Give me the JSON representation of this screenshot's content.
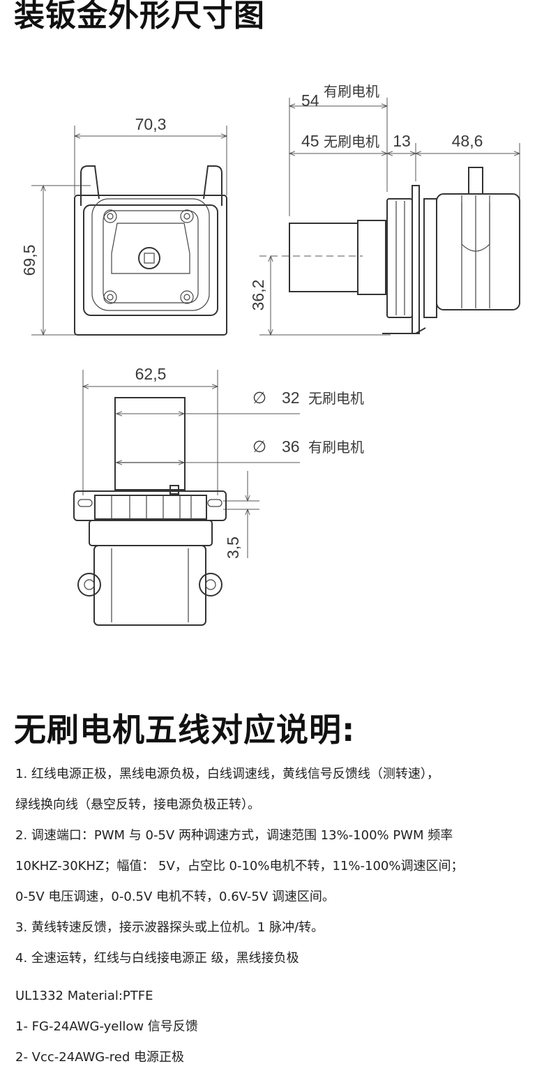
{
  "titles": {
    "dimensions": "装钣金外形尺寸图",
    "brushless_wiring": "无刷电机五线对应说明:"
  },
  "drawing": {
    "front_width": "70,3",
    "front_height": "69,5",
    "side_brushed_length": "54",
    "side_brushed_label": "有刷电机",
    "side_brushless_length": "45",
    "side_brushless_label": "无刷电机",
    "side_gap": "13",
    "side_head_length": "48,6",
    "side_axis_height": "36,2",
    "bottom_width": "62,5",
    "diameter_symbol": "∅",
    "diameter_brushless": "32",
    "diameter_brushless_label": "无刷电机",
    "diameter_brushed": "36",
    "diameter_brushed_label": "有刷电机",
    "plate_thickness": "3,5"
  },
  "notes": [
    "1. 红线电源正极，黑线电源负极，白线调速线，黄线信号反馈线（测转速），",
    "绿线换向线（悬空反转，接电源负极正转）。",
    "2. 调速端口：PWM 与 0-5V 两种调速方式，调速范围 13%-100% PWM 频率",
    "10KHZ-30KHZ；幅值： 5V，占空比 0-10%电机不转，11%-100%调速区间；",
    "0-5V 电压调速，0-0.5V 电机不转，0.6V-5V 调速区间。",
    "3. 黄线转速反馈，接示波器探头或上位机。1 脉冲/转。",
    "4. 全速运转，红线与白线接电源正 级，黑线接负极"
  ],
  "specs": [
    "UL1332 Material:PTFE",
    "1- FG-24AWG-yellow 信号反馈",
    "2- Vcc-24AWG-red 电源正极"
  ]
}
